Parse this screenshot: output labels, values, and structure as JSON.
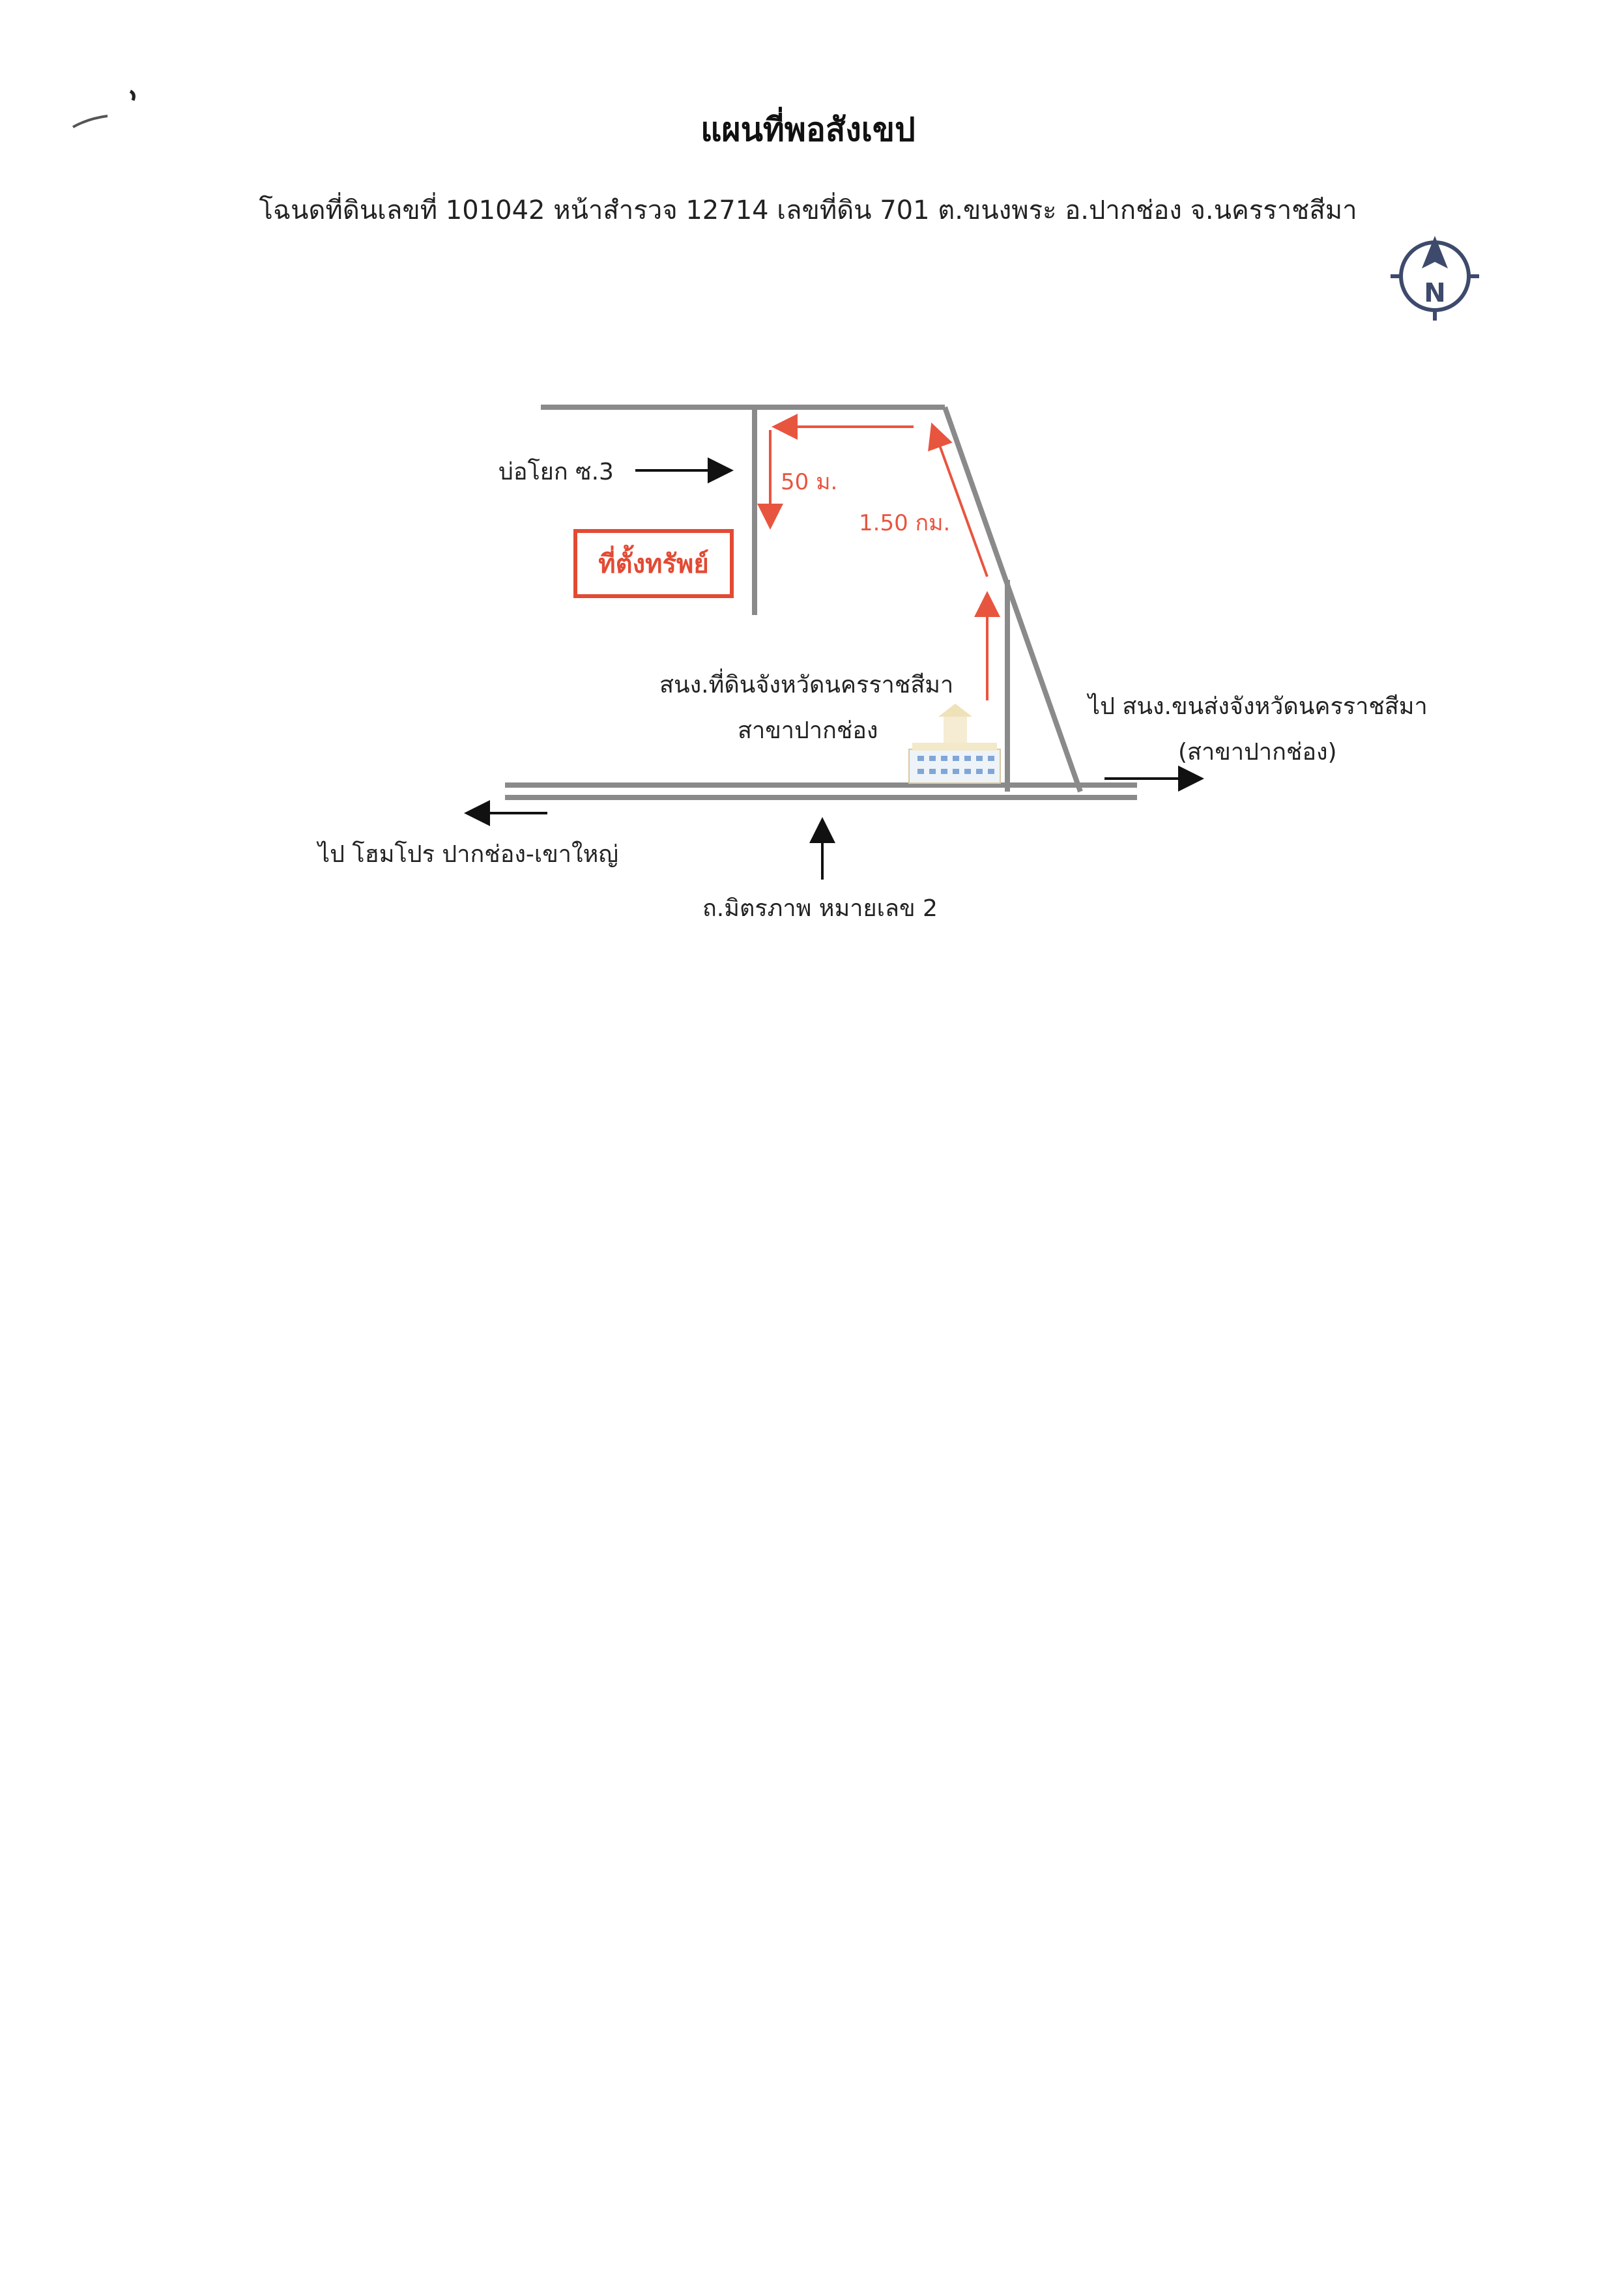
{
  "document": {
    "title": "แผนที่พอสังเขป",
    "subtitle": "โฉนดที่ดินเลขที่ 101042 หน้าสำรวจ 12714 เลขที่ดิน 701 ต.ขนงพระ อ.ปากช่อง จ.นครราชสีมา"
  },
  "map": {
    "compass_letter": "N",
    "labels": {
      "side_road": "บ่อโยก ซ.3",
      "property": "ที่ตั้งทรัพย์",
      "distance_short": "50 ม.",
      "distance_long": "1.50 กม.",
      "land_office_line1": "สนง.ที่ดินจังหวัดนครราชสีมา",
      "land_office_line2": "สาขาปากช่อง",
      "to_right_line1": "ไป สนง.ขนส่งจังหวัดนครราชสีมา",
      "to_right_line2": "(สาขาปากช่อง)",
      "to_left": "ไป โฮมโปร ปากช่อง-เขาใหญ่",
      "main_road": "ถ.มิตรภาพ หมายเลข 2"
    },
    "colors": {
      "road": "#8a8a8a",
      "route": "#e8553f",
      "arrow": "#111111",
      "compass": "#3d4a6b"
    }
  }
}
